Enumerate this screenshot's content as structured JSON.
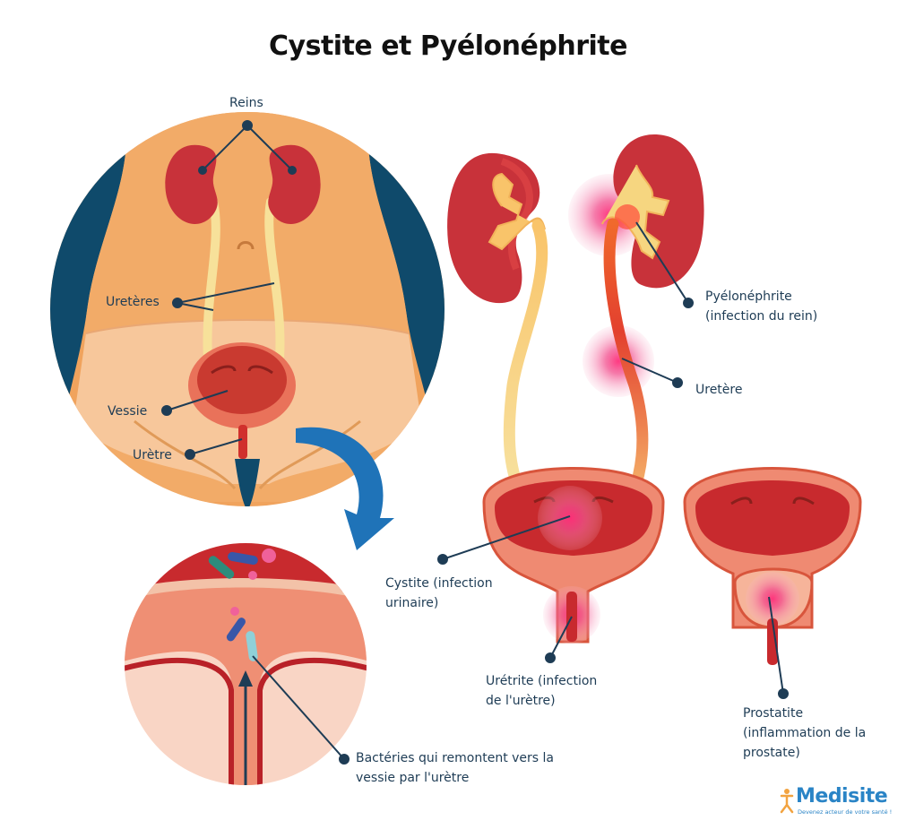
{
  "title": "Cystite et Pyélonéphrite",
  "labels": {
    "reins": "Reins",
    "ureteres": "Uretères",
    "vessie": "Vessie",
    "uretre": "Urètre",
    "pyelo_1": "Pyélonéphrite",
    "pyelo_2": "(infection du rein)",
    "uretere": "Uretère",
    "cystite_1": "Cystite (infection",
    "cystite_2": "urinaire)",
    "uretrite_1": "Urétrite (infection",
    "uretrite_2": "de l'urètre)",
    "prostatite_1": "Prostatite",
    "prostatite_2": "(inflammation de la",
    "prostatite_3": "prostate)",
    "bacteries_1": "Bactéries qui remontent vers la",
    "bacteries_2": "vessie par l'urètre"
  },
  "logo": {
    "name": "Medisite",
    "tagline": "Devenez acteur de votre santé !"
  },
  "colors": {
    "kidney": "#c8323a",
    "kidney_dark": "#a8222c",
    "ureter": "#f6d98a",
    "bladder": "#e4584a",
    "skin": "#f0a35d",
    "background_blue": "#0f4a6b",
    "infection": "#e8357a",
    "arrow": "#1f73b8",
    "label": "#1e3c55"
  }
}
